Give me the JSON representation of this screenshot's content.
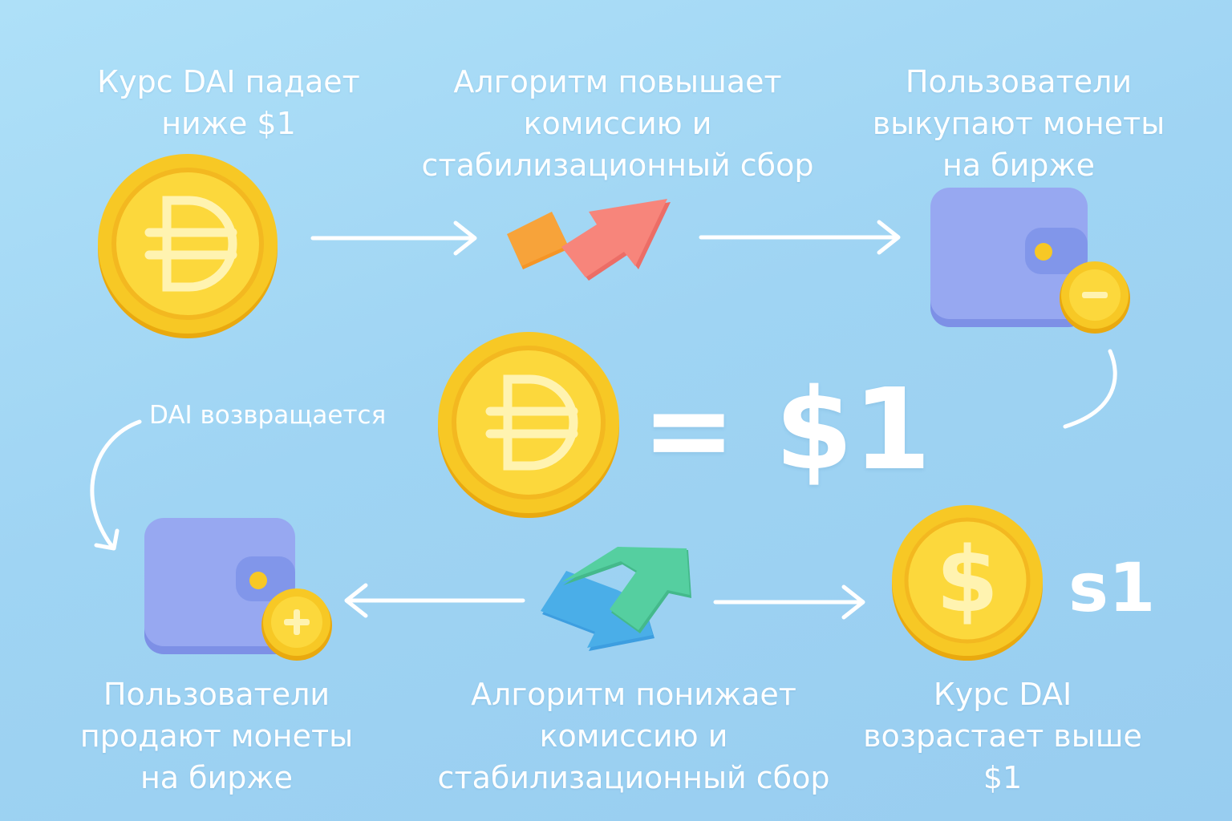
{
  "steps": {
    "price_falls": "Курс DAI падает\nниже $1",
    "algo_raises": "Алгоритм повышает\nкомиссию и\nстабилизационный сбор",
    "users_buy": "Пользователи\nвыкупают монеты\nна бирже",
    "users_sell": "Пользователи\nпродают монеты\nна бирже",
    "algo_lowers": "Алгоритм понижает\nкомиссию и\nстабилизационный сбор",
    "price_rises": "Курс DAI\nвозрастает выше\n$1"
  },
  "center": {
    "equals_text": "= $1",
    "returns_label": "DAI возвращается"
  },
  "right_coin": {
    "symbol": "$",
    "price_text": "s1"
  },
  "colors": {
    "coin_outer": "#f7c825",
    "coin_inner": "#fcd83c",
    "coin_symbol": "#fff3b0",
    "wallet": "#8fa3ef",
    "up_arrow": "#f7857b",
    "up_block": "#f7a33a",
    "down_arrow": "#55cfa0",
    "down_block": "#4aaee8"
  },
  "icons": {
    "coin_symbol": "dai-symbol-icon",
    "wallet_minus": "wallet-minus-icon",
    "wallet_plus": "wallet-plus-icon",
    "fee_up": "arrow-up-right-icon",
    "fee_down": "arrow-down-left-icon"
  }
}
